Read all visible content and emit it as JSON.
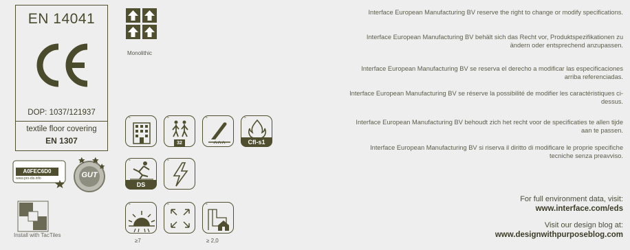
{
  "certificate": {
    "standard": "EN 14041",
    "ce_mark": "CE",
    "dop": "DOP: 1037/121937",
    "product_type": "textile floor covering",
    "norm": "EN 1307"
  },
  "construction": {
    "caption": "Monolithic"
  },
  "pictograms": {
    "usage_class": "32",
    "fire_class": "Cfl-s1",
    "antistatic": "DS",
    "lightfastness": "≥7",
    "dimensional_stability": "≥ 2,0"
  },
  "badges": {
    "pro_dis_code": "A0FEC6D0",
    "pro_dis_site": "www.pro-dis.info",
    "gut_label": "GUT",
    "tactiles_caption": "Install with TacTiles"
  },
  "disclaimers": [
    "Interface European Manufacturing BV reserve the right to change or modify specifications.",
    "Interface European Manufacturing BV behält sich das Recht vor, Produktspezifikationen zu ändern oder entsprechend anzupassen.",
    "Interface European Manufacturing BV se reserva el derecho a modificar las especificaciones arriba referenciadas.",
    "Interface European Manufacturing BV se réserve la possibilité de modifier les caractéristiques ci-dessus.",
    "Interface European Manufacturing BV behoudt zich het recht voor de specificaties te allen tijde aan te passen.",
    "Interface European Manufacturing BV si riserva il diritto di modificare le proprie specifiche tecniche senza preavviso."
  ],
  "links": {
    "env_label": "For full environment data, visit:",
    "env_url": "www.interface.com/eds",
    "blog_label": "Visit our design blog at:",
    "blog_url": "www.designwithpurposeblog.com"
  },
  "colors": {
    "olive": "#4f4f2f",
    "background": "#eeeeef"
  }
}
